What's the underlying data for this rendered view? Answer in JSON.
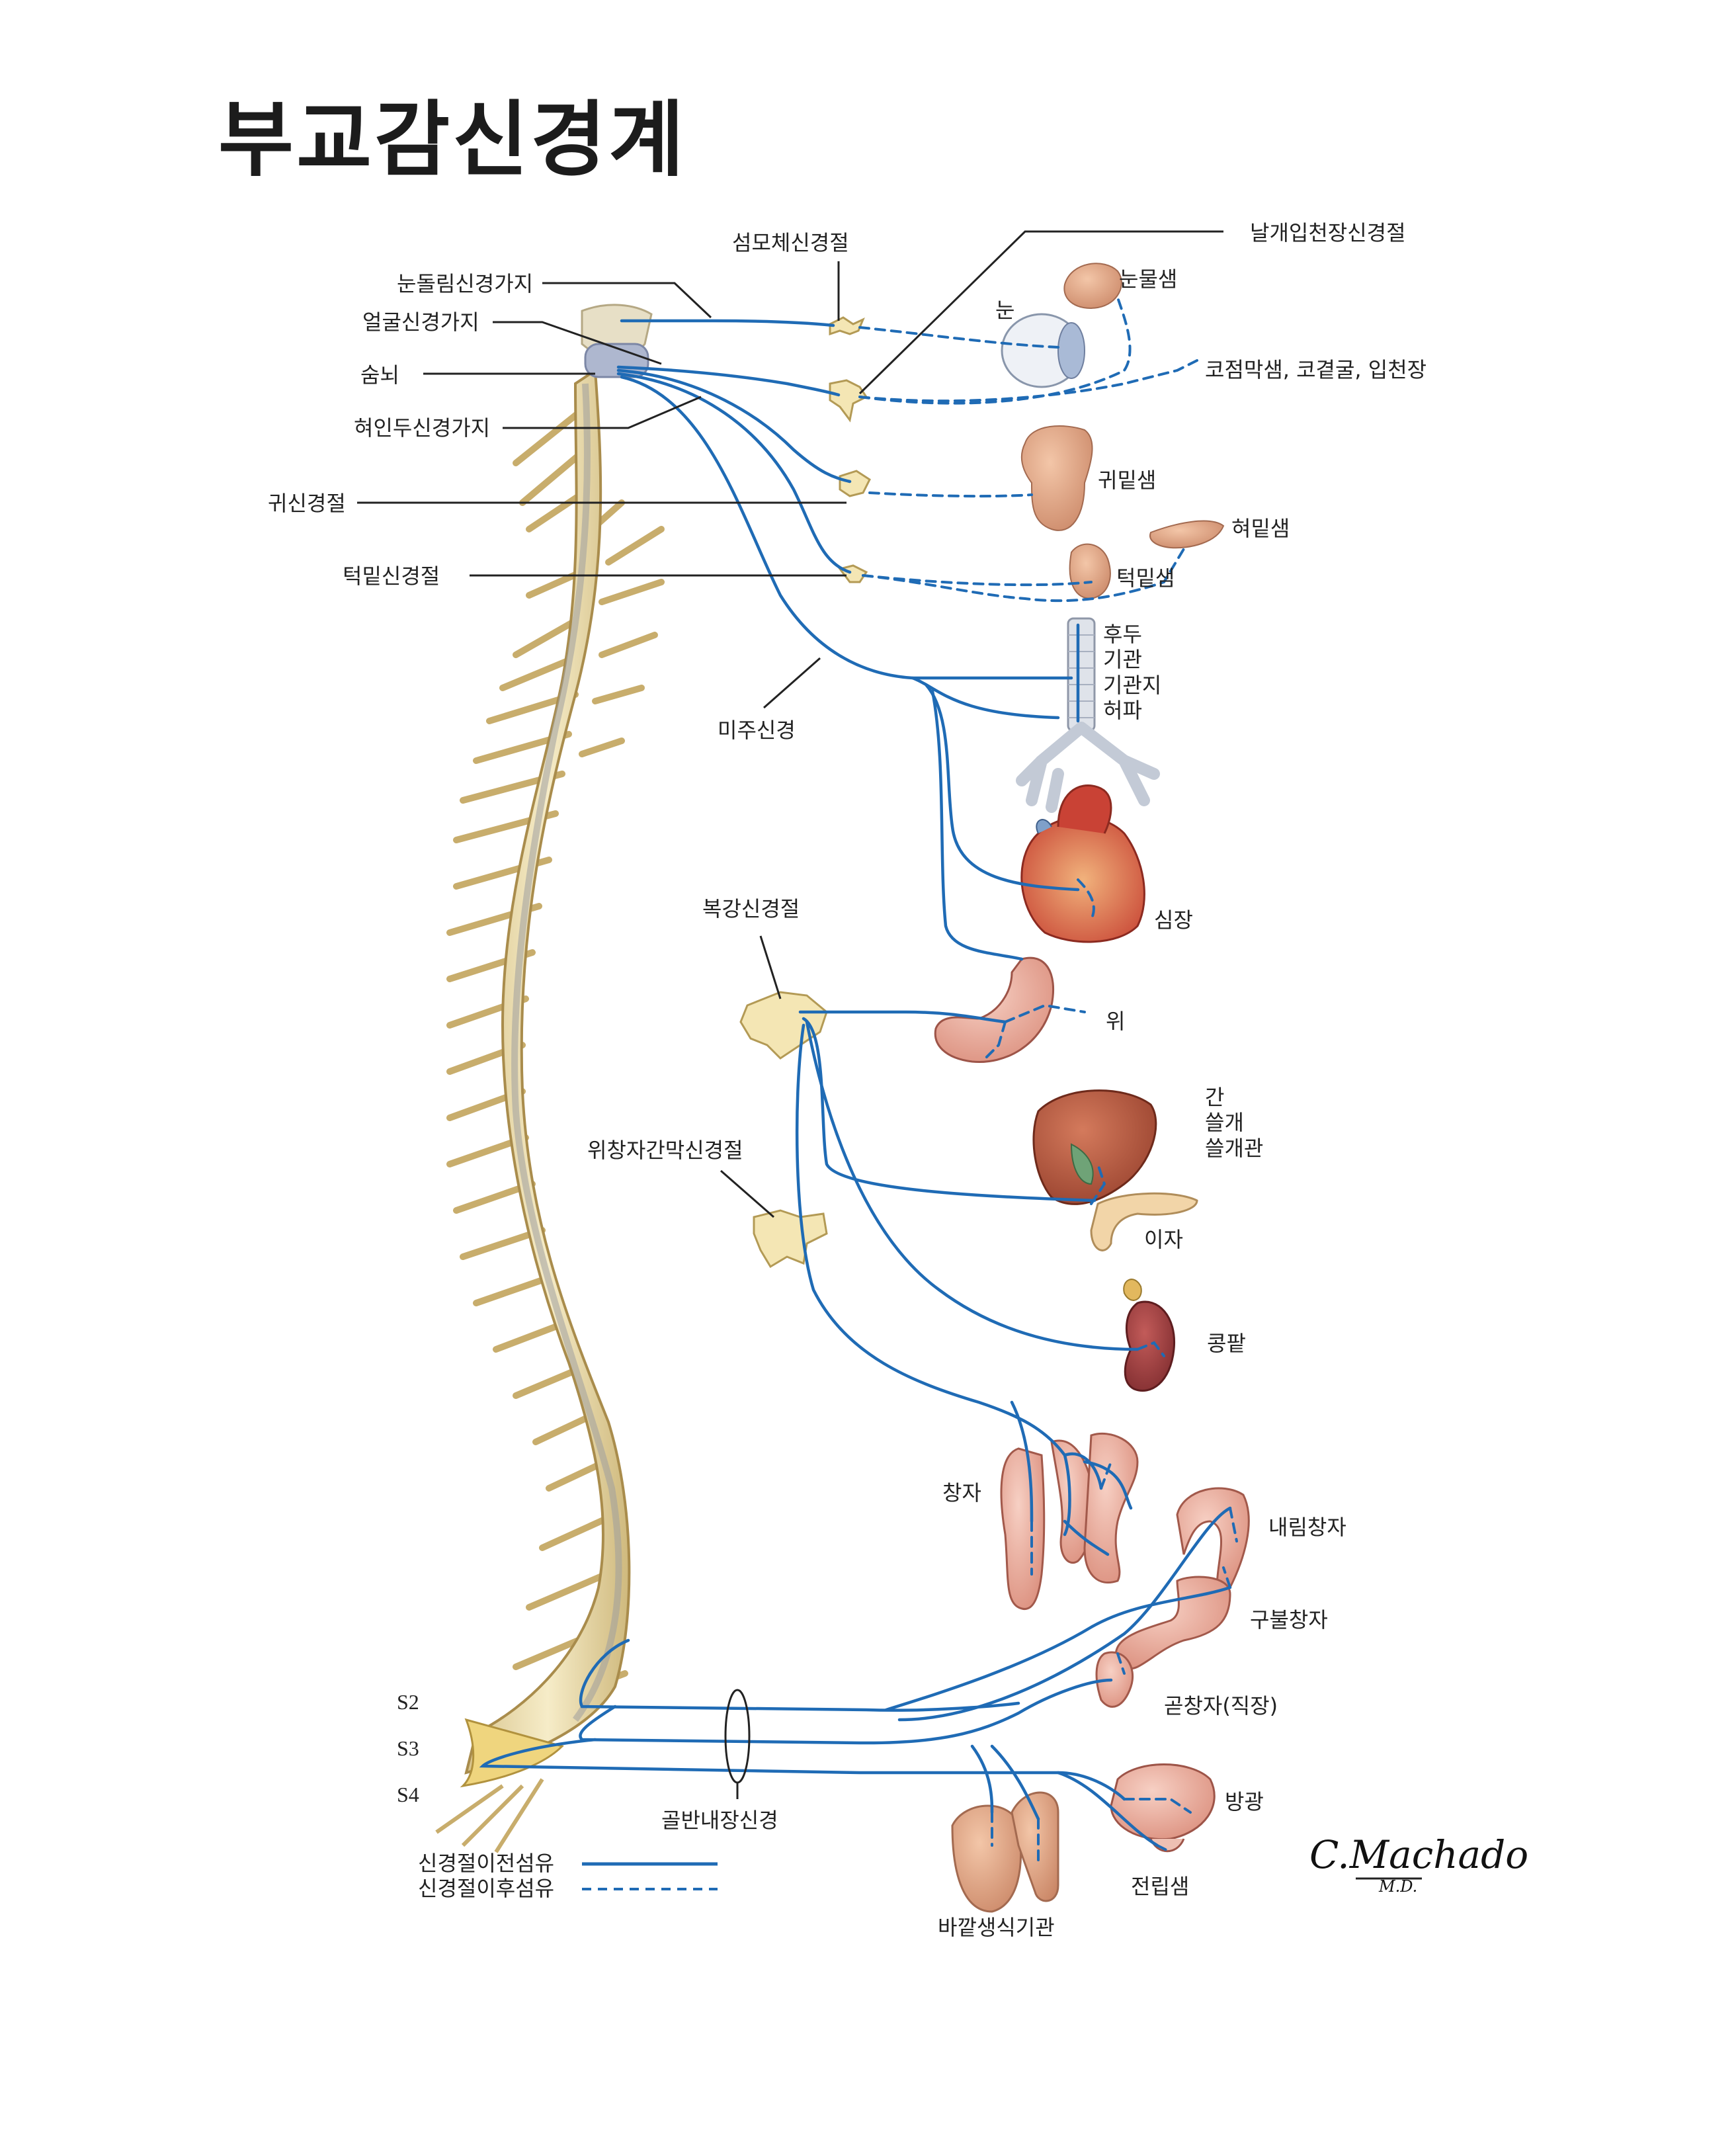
{
  "title": "부교감신경계",
  "labels": {
    "ciliary_ganglion": "섬모체신경절",
    "pterygopalatine_ganglion": "날개입천장신경절",
    "oculomotor_branch": "눈돌림신경가지",
    "facial_branch": "얼굴신경가지",
    "medulla": "숨뇌",
    "glossopharyngeal_branch": "혀인두신경가지",
    "otic_ganglion": "귀신경절",
    "submandibular_ganglion": "턱밑신경절",
    "lacrimal_gland": "눈물샘",
    "eye": "눈",
    "nasal": "코점막샘, 코곁굴, 입천장",
    "parotid": "귀밑샘",
    "sublingual": "혀밑샘",
    "submandibular": "턱밑샘",
    "larynx": "후두",
    "trachea": "기관",
    "bronchi": "기관지",
    "lungs": "허파",
    "vagus": "미주신경",
    "heart": "심장",
    "celiac_ganglion": "복강신경절",
    "stomach": "위",
    "liver": "간",
    "gallbladder": "쓸개",
    "bile_duct": "쓸개관",
    "sup_mesenteric_ganglion": "위창자간막신경절",
    "pancreas": "이자",
    "kidney": "콩팥",
    "intestine": "창자",
    "descending_colon": "내림창자",
    "sigmoid_colon": "구불창자",
    "rectum": "곧창자(직장)",
    "bladder": "방광",
    "pelvic_splanchnic": "골반내장신경",
    "external_genitalia": "바깥생식기관",
    "prostate": "전립샘",
    "s2": "S2",
    "s3": "S3",
    "s4": "S4"
  },
  "legend": {
    "preganglionic": "신경절이전섬유",
    "postganglionic": "신경절이후섬유"
  },
  "signature": {
    "name": "C.Machado",
    "suffix": "M.D."
  },
  "colors": {
    "nerve": "#1f6bb5",
    "spine": "#eee0b4",
    "spine_outline": "#b79b5a",
    "ganglion": "#f4e6b4",
    "organ_pink": "#e9a79a",
    "organ_red": "#c74a3a",
    "liver": "#b5573f",
    "kidney": "#9d3b3c",
    "leader": "#222222"
  }
}
